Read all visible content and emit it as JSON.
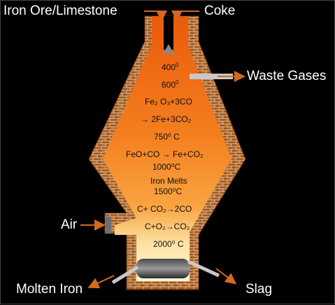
{
  "inputs": {
    "ore_label": "Iron Ore/Limestone",
    "coke_label": "Coke"
  },
  "outputs": {
    "waste_gases_label": "Waste Gases",
    "air_label": "Air",
    "molten_iron_label": "Molten Iron",
    "slag_label": "Slag"
  },
  "zones": {
    "t400_base": "400",
    "t400_sup": "0",
    "t600_base": "600",
    "t600_sup": "0",
    "reaction1": "Fe₂ O₃+3CO",
    "reaction1_products": "→ 2Fe+3CO₂",
    "t750": "750⁰ C",
    "reaction2": "FeO+CO → Fe+CO₂",
    "t1000": "1000⁰C",
    "iron_melts": "Iron Melts",
    "t1500": "1500⁰C",
    "reaction3": "C+ CO₂→2CO",
    "reaction4": "C+O₂→CO₂",
    "t2000": "2000⁰ C"
  },
  "colors": {
    "background": "#000000",
    "brick": "#b5651d",
    "mortar": "#d8c3a0",
    "arrow": "#d2691e",
    "flame_top": "#f26a0e",
    "flame_bottom": "#fff3cf"
  }
}
